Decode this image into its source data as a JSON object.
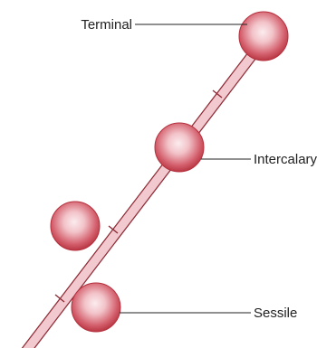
{
  "labels": {
    "terminal": "Terminal",
    "intercalary": "Intercalary",
    "sessile": "Sessile"
  },
  "colors": {
    "background": "#ffffff",
    "hypha_fill": "#f1c9cf",
    "hypha_outline": "#8e2b36",
    "spore_rim": "#b5303d",
    "spore_center": "#fbe9ec",
    "leader_line": "#222222",
    "text": "#222222"
  }
}
